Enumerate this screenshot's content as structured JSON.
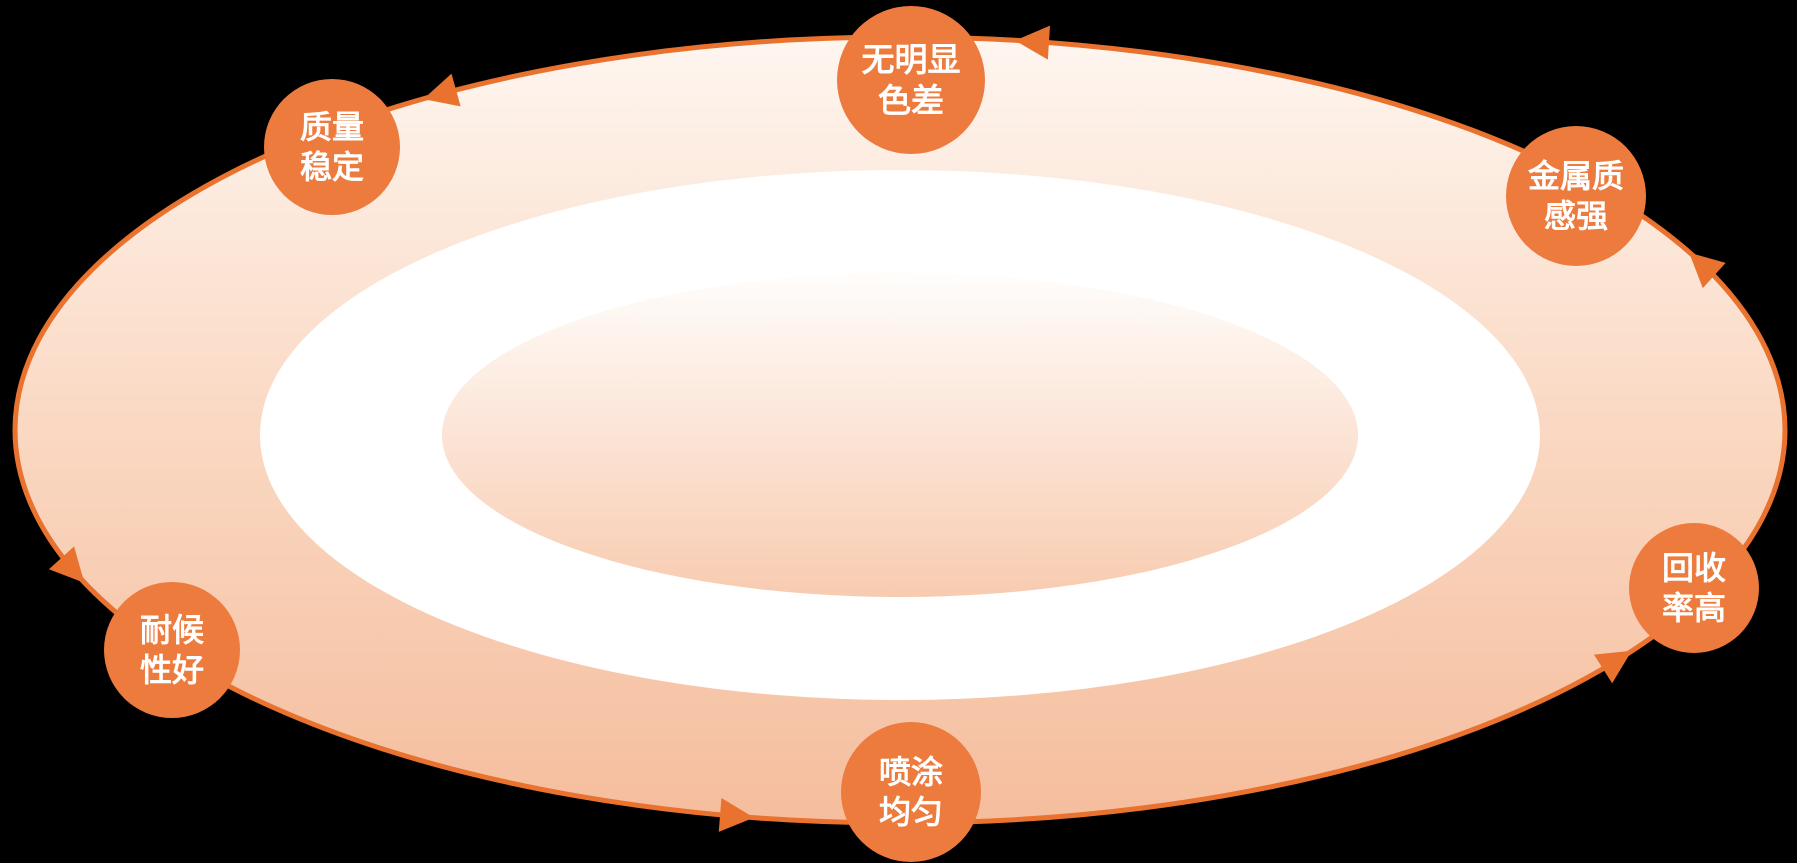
{
  "diagram": {
    "type": "cycle",
    "direction": "counterclockwise",
    "background": "#000000",
    "colors": {
      "badge_fill": "#ED7B3E",
      "badge_text": "#FFFFFF",
      "arrow_stroke": "#E8722E",
      "ring_fill": "#FFFFFF",
      "outer_gradient_top": "#FEF6F0",
      "outer_gradient_mid": "#FAD8C2",
      "outer_gradient_bottom": "#F5BD9D",
      "inner_gradient_top": "#FFFDFB",
      "inner_gradient_bottom": "#F8CBB0"
    },
    "badges": [
      {
        "label": "无明显色差",
        "line1": "无明显",
        "line2": "色差"
      },
      {
        "label": "质量稳定",
        "line1": "质量",
        "line2": "稳定"
      },
      {
        "label": "耐候性好",
        "line1": "耐候",
        "line2": "性好"
      },
      {
        "label": "喷涂均匀",
        "line1": "喷涂",
        "line2": "均匀"
      },
      {
        "label": "回收率高",
        "line1": "回收",
        "line2": "率高"
      },
      {
        "label": "金属质感强",
        "line1": "金属质",
        "line2": "感强"
      }
    ]
  }
}
